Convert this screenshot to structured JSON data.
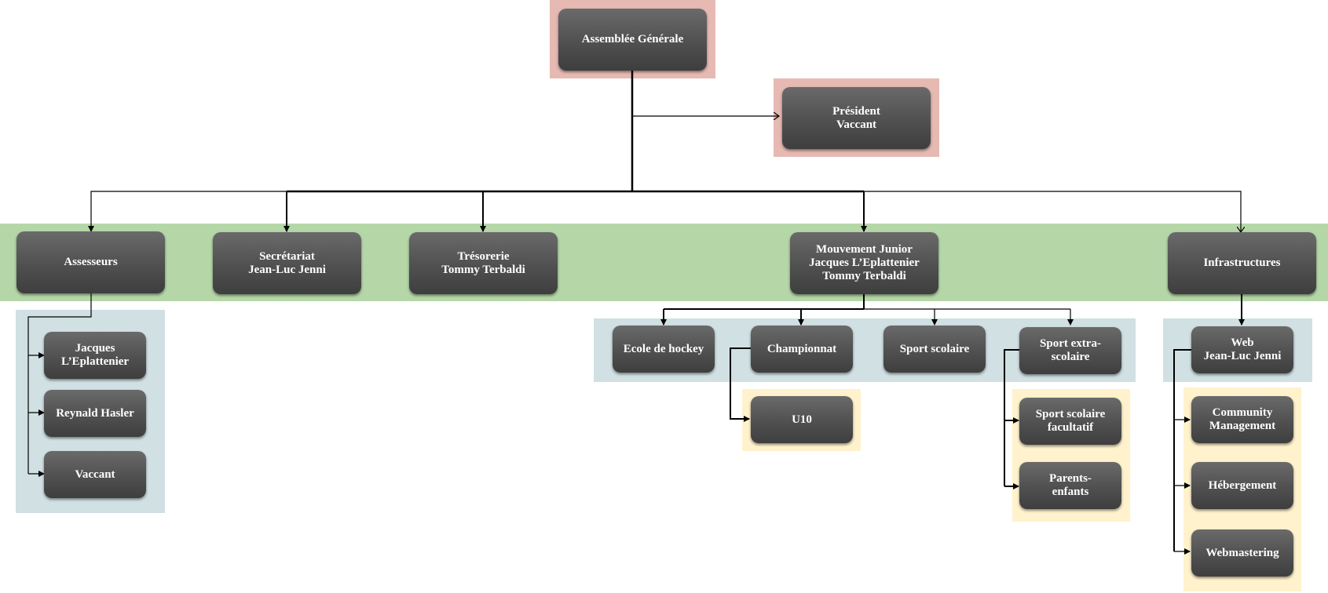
{
  "colors": {
    "executive_band": "#e6b9b3",
    "department_band": "#b5d7a8",
    "sub_band": "#d0e0e3",
    "detail_band": "#fff2cc",
    "node_fill": "#555555",
    "node_text": "#ffffff",
    "connector": "#000000"
  },
  "nodes": {
    "assemblee": "Assemblée Générale",
    "president": "Président\nVaccant",
    "assesseurs": "Assesseurs",
    "secretariat": "Secrétariat\nJean-Luc Jenni",
    "tresorerie": "Trésorerie\nTommy Terbaldi",
    "mouvement_junior": "Mouvement Junior\nJacques L’Eplattenier\nTommy Terbaldi",
    "infrastructures": "Infrastructures",
    "jacques": "Jacques\nL’Eplattenier",
    "reynald": "Reynald Hasler",
    "vaccant": "Vaccant",
    "ecole_hockey": "Ecole de hockey",
    "championnat": "Championnat",
    "sport_scolaire": "Sport scolaire",
    "sport_extra": "Sport extra-\nscolaire",
    "u10": "U10",
    "sport_facultatif": "Sport scolaire\nfacultatif",
    "parents_enfants": "Parents-\nenfants",
    "web": "Web\nJean-Luc Jenni",
    "community": "Community\nManagement",
    "hebergement": "Hébergement",
    "webmastering": "Webmastering"
  }
}
